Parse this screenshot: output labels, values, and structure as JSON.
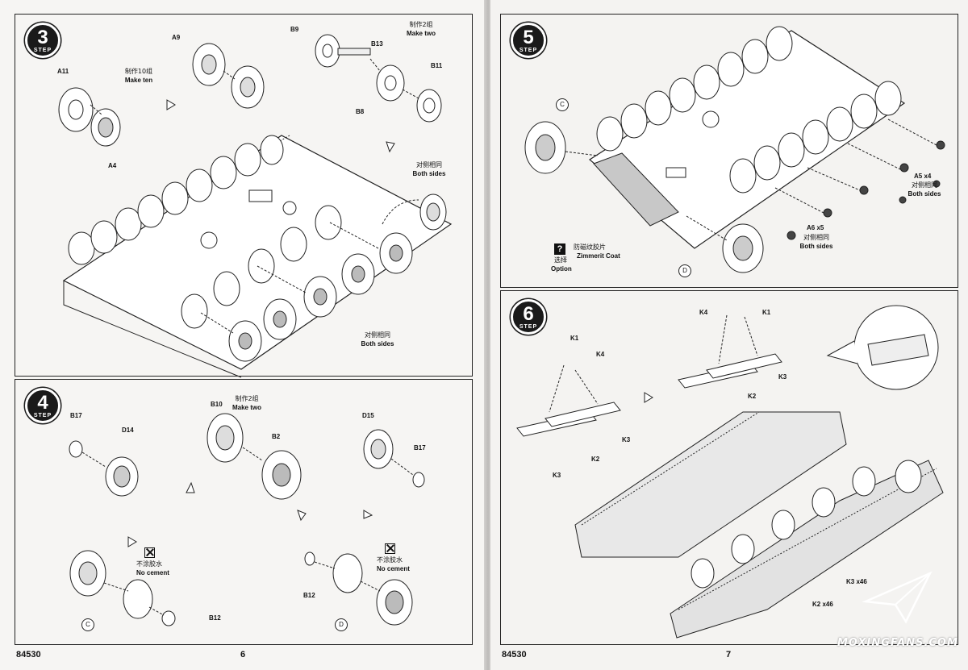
{
  "pages": {
    "left_number": "6",
    "right_number": "7",
    "left_code": "84530",
    "right_code": "84530"
  },
  "badge_word": "STEP",
  "steps": [
    {
      "id": "3",
      "number": "3"
    },
    {
      "id": "4",
      "number": "4"
    },
    {
      "id": "5",
      "number": "5"
    },
    {
      "id": "6",
      "number": "6"
    }
  ],
  "step3": {
    "make_ten_cn": "制作10组",
    "make_ten_en": "Make ten",
    "make_two_cn": "制作2组",
    "make_two_en": "Make two",
    "both_sides_cn_1": "对侧相同",
    "both_sides_en_1": "Both sides",
    "both_sides_cn_2": "对侧相同",
    "both_sides_en_2": "Both sides",
    "parts": {
      "a11": "A11",
      "a4": "A4",
      "a9": "A9",
      "b9": "B9",
      "b13": "B13",
      "b8": "B8",
      "b11": "B11"
    }
  },
  "step4": {
    "make_two_cn": "制作2组",
    "make_two_en": "Make two",
    "no_cement_cn_1": "不涂胶水",
    "no_cement_en_1": "No cement",
    "no_cement_cn_2": "不涂胶水",
    "no_cement_en_2": "No cement",
    "parts": {
      "b17a": "B17",
      "d14": "D14",
      "b10": "B10",
      "b2": "B2",
      "d15": "D15",
      "b17b": "B17",
      "b12a": "B12",
      "b12b": "B12"
    },
    "markers": {
      "c": "C",
      "d": "D"
    }
  },
  "step5": {
    "markers": {
      "c": "C",
      "d": "D"
    },
    "a5": "A5 x4",
    "a6": "A6 x5",
    "both_sides_cn_1": "对侧相同",
    "both_sides_en_1": "Both sides",
    "both_sides_cn_2": "对侧相同",
    "both_sides_en_2": "Both sides",
    "zimmerit_cn": "防磁纹胶片",
    "zimmerit_en": "Zimmerit Coat",
    "option_cn": "选择",
    "option_en": "Option",
    "option_icon": "?"
  },
  "step6": {
    "k1a": "K1",
    "k4a": "K4",
    "k3a": "K3",
    "k2a": "K2",
    "k3b": "K3",
    "k4b": "K4",
    "k1b": "K1",
    "k3c": "K3",
    "k2b": "K2",
    "k3_count": "K3 x46",
    "k2_count": "K2 x46"
  },
  "watermark": "MOXINGFANS.COM"
}
